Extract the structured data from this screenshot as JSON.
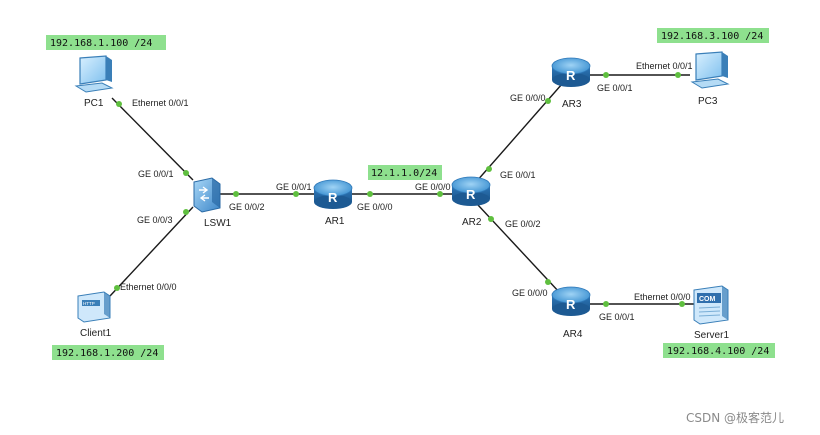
{
  "devices": {
    "pc1": "PC1",
    "pc3": "PC3",
    "lsw1": "LSW1",
    "ar1": "AR1",
    "ar2": "AR2",
    "ar3": "AR3",
    "ar4": "AR4",
    "client1": "Client1",
    "server1": "Server1"
  },
  "networks": {
    "pc1_net": "192.168.1.100 /24",
    "pc3_net": "192.168.3.100 /24",
    "link_net": "12.1.1.0/24",
    "client_net": "192.168.1.200 /24",
    "server_net": "192.168.4.100 /24"
  },
  "ports": {
    "pc1_eth": "Ethernet 0/0/1",
    "lsw1_ge001": "GE 0/0/1",
    "lsw1_ge002": "GE 0/0/2",
    "lsw1_ge003": "GE 0/0/3",
    "client1_eth": "Ethernet 0/0/0",
    "ar1_ge001": "GE 0/0/1",
    "ar1_ge000": "GE 0/0/0",
    "ar2_ge000": "GE 0/0/0",
    "ar2_ge001": "GE 0/0/1",
    "ar2_ge002": "GE 0/0/2",
    "ar3_ge000": "GE 0/0/0",
    "ar3_ge001": "GE 0/0/1",
    "pc3_eth": "Ethernet 0/0/1",
    "ar4_ge000": "GE 0/0/0",
    "ar4_ge001": "GE 0/0/1",
    "server1_eth": "Ethernet 0/0/0"
  },
  "icons": {
    "server_badge": "COM",
    "client_badge": "HTTP"
  },
  "watermark": "CSDN @极客范儿",
  "colors": {
    "label_bg": "#8ee08e",
    "port_dot": "#5fbf3f",
    "router": "#3a8fd0",
    "switch": "#3d86c8"
  }
}
